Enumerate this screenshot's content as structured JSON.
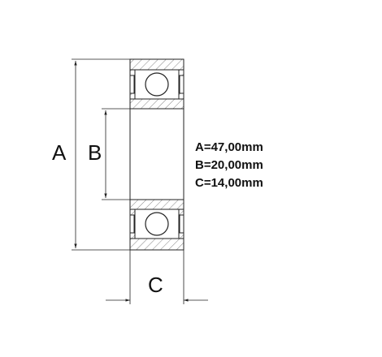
{
  "labels": {
    "outer_diameter": "A",
    "inner_diameter": "B",
    "width": "C"
  },
  "specs": [
    "A=47,00mm",
    "B=20,00mm",
    "C=14,00mm"
  ],
  "colors": {
    "line": "#222222",
    "hatch": "#555555",
    "background": "#ffffff"
  }
}
